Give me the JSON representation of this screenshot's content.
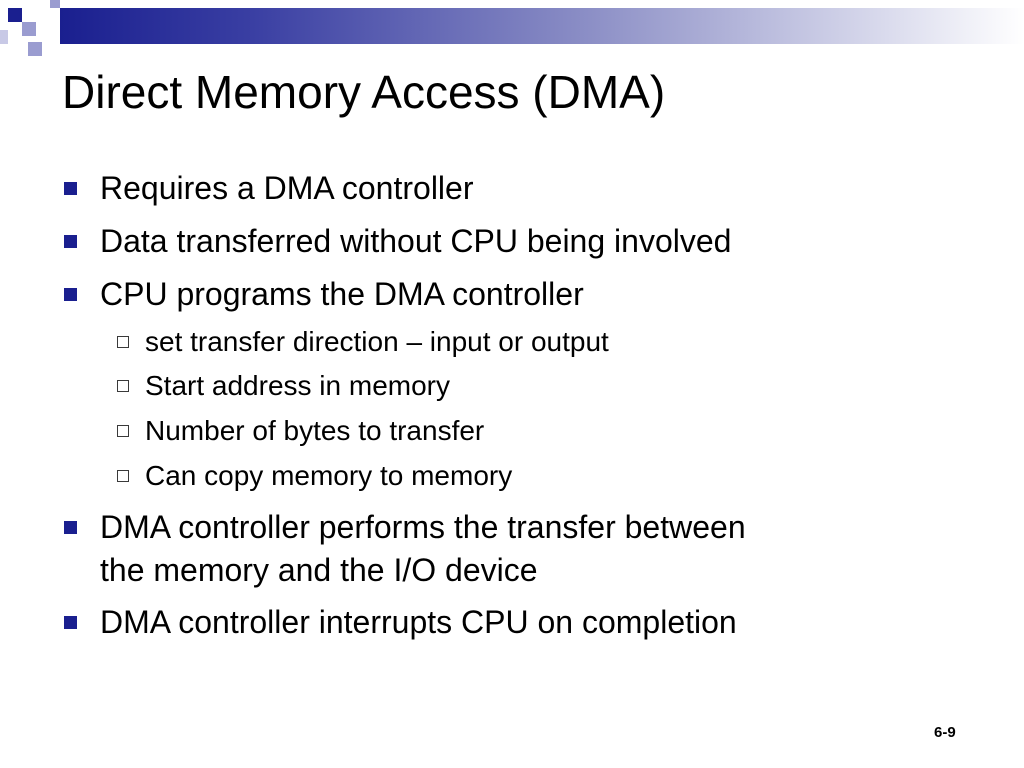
{
  "slide": {
    "title": "Direct Memory Access (DMA)",
    "bullets": [
      "Requires a DMA controller",
      "Data transferred without CPU being involved",
      "CPU programs the DMA controller"
    ],
    "sub_bullets": [
      "set transfer direction – input or output",
      "Start address in memory",
      "Number of bytes to transfer",
      "Can copy memory to memory"
    ],
    "bullets_after": [
      [
        "DMA controller performs the transfer between",
        "the memory and the I/O device"
      ],
      "DMA controller interrupts CPU on completion"
    ],
    "slide_number": "6-9"
  },
  "colors": {
    "accent": "#1a1f8f",
    "accent_light": "#9a9cd0"
  }
}
